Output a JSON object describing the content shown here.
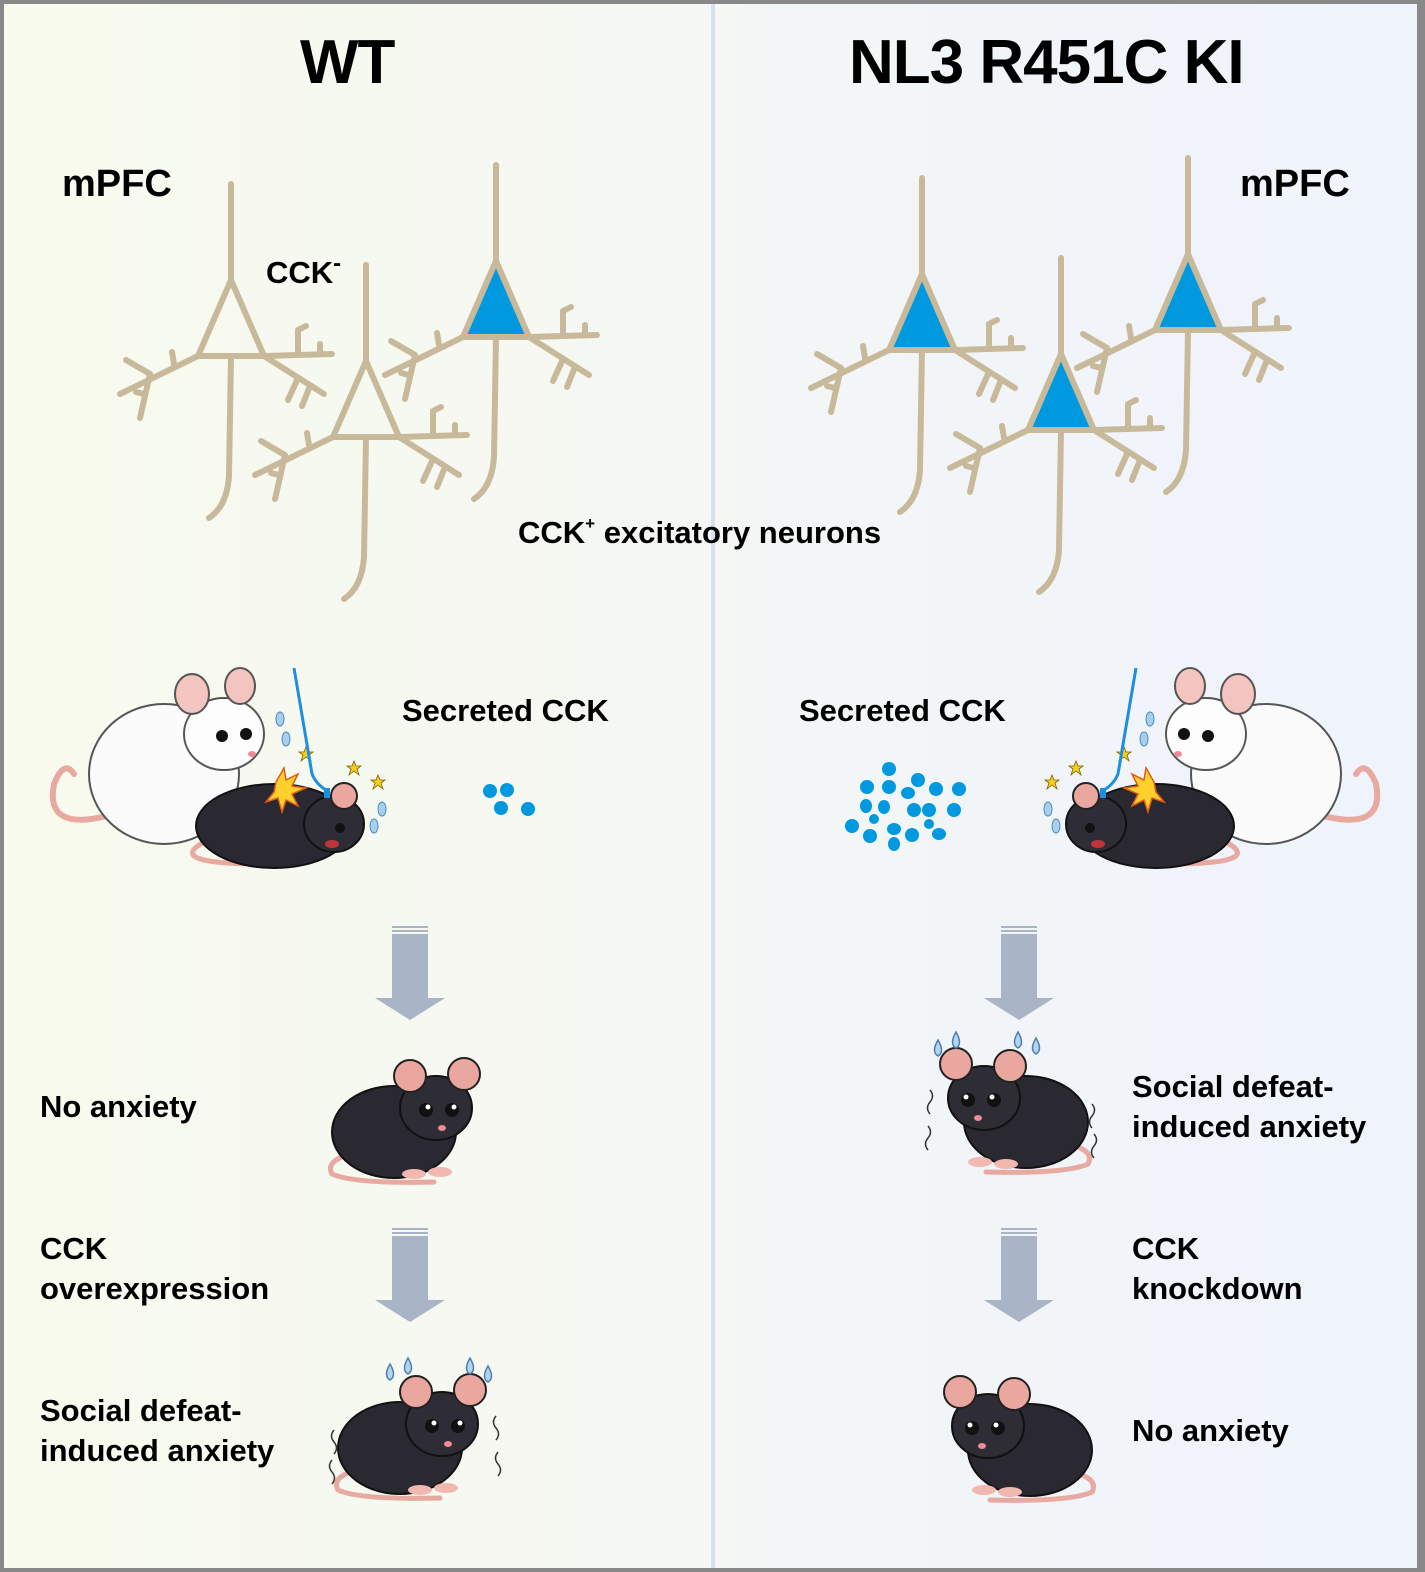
{
  "colors": {
    "neuron_outline": "#c8b99a",
    "cck_positive_soma": "#0099e0",
    "cck_particle": "#0099e0",
    "arrow": "#a9b4c6",
    "divider": "#d6dff0",
    "border": "#888888"
  },
  "panels": {
    "wt": {
      "title": "WT",
      "region_label": "mPFC",
      "cck_negative_label": "CCK",
      "cck_negative_superscript": "-",
      "neurons": [
        {
          "type": "CCK-",
          "filled": false
        },
        {
          "type": "CCK-",
          "filled": false
        },
        {
          "type": "CCK+",
          "filled": true
        }
      ],
      "secreted_label": "Secreted CCK",
      "secreted_particle_count": 4,
      "defeat_scene_icon": "aggressor-white-mouse-attacking-black-mouse-with-fiber-optic",
      "step1_outcome": "No anxiety",
      "step1_icon": "calm-black-mouse",
      "manipulation_line1": "CCK",
      "manipulation_line2": "overexpression",
      "step2_outcome_line1": "Social defeat-",
      "step2_outcome_line2": "induced anxiety",
      "step2_icon": "anxious-trembling-black-mouse"
    },
    "ki": {
      "title": "NL3 R451C KI",
      "region_label": "mPFC",
      "neurons": [
        {
          "type": "CCK+",
          "filled": true
        },
        {
          "type": "CCK+",
          "filled": true
        },
        {
          "type": "CCK+",
          "filled": true
        }
      ],
      "secreted_label": "Secreted CCK",
      "secreted_particle_count": 20,
      "defeat_scene_icon": "aggressor-white-mouse-attacking-black-mouse-with-fiber-optic",
      "step1_outcome_line1": "Social defeat-",
      "step1_outcome_line2": "induced anxiety",
      "step1_icon": "anxious-trembling-black-mouse",
      "manipulation_line1": "CCK",
      "manipulation_line2": "knockdown",
      "step2_outcome": "No anxiety",
      "step2_icon": "calm-black-mouse"
    }
  },
  "shared": {
    "cck_positive_label": "CCK",
    "cck_positive_superscript": "+",
    "cck_positive_suffix": "excitatory neurons"
  }
}
